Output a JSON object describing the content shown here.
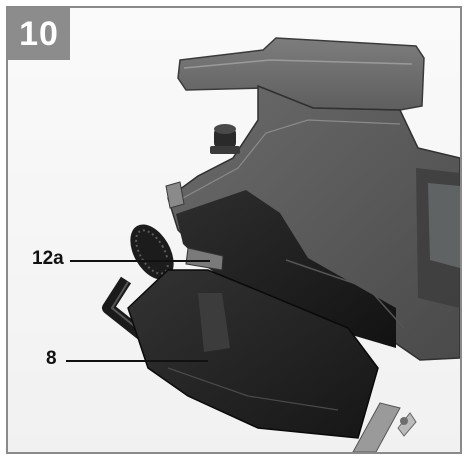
{
  "figure": {
    "number": "10",
    "callouts": [
      {
        "label": "12a"
      },
      {
        "label": "8"
      }
    ]
  }
}
